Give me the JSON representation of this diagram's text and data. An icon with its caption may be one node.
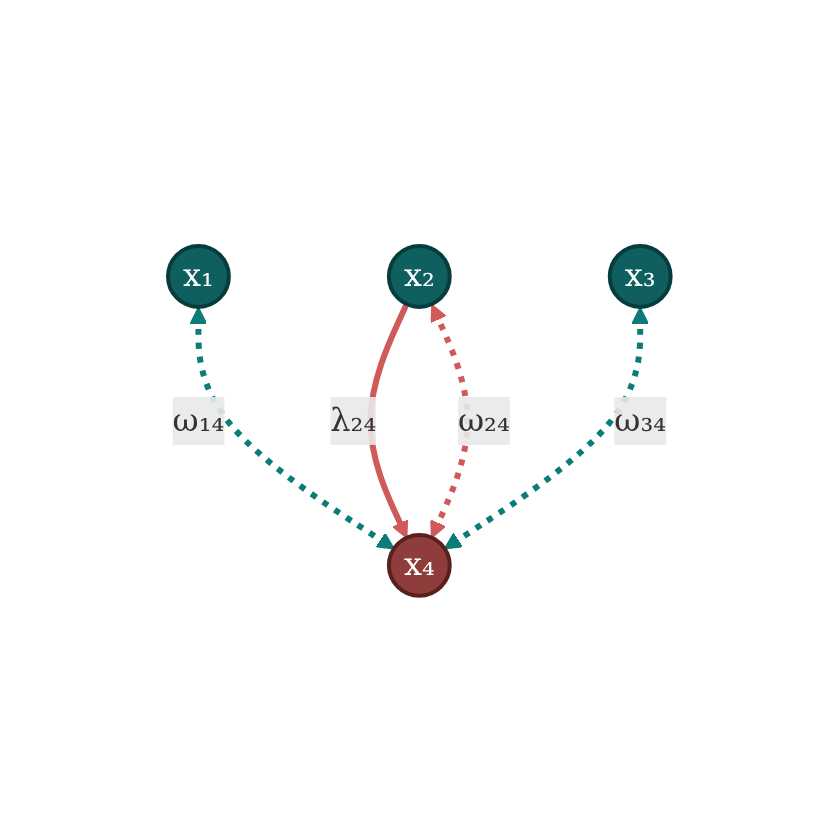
{
  "diagram": {
    "nodes": [
      {
        "text": [
          "x₁"
        ]
      },
      {
        "text": [
          "x₂"
        ]
      },
      {
        "text": [
          "x₃"
        ]
      },
      {
        "text": [
          "x₄"
        ]
      }
    ],
    "edges": [
      {
        "from": 0,
        "to": 3,
        "arrow": "both",
        "label": "ω₁₄",
        "style": "dashed",
        "color": "#0b7c78"
      },
      {
        "from": 1,
        "to": 3,
        "arrow": "to",
        "label": "λ₂₄",
        "color": "#d05a5a"
      },
      {
        "from": 1,
        "to": 3,
        "arrow": "both",
        "label": "ω₂₄",
        "style": "dashed",
        "color": "#d05a5a"
      },
      {
        "from": 2,
        "to": 3,
        "arrow": "both",
        "label": "ω₃₄",
        "style": "dashed",
        "color": "#0b7c78"
      }
    ]
  }
}
